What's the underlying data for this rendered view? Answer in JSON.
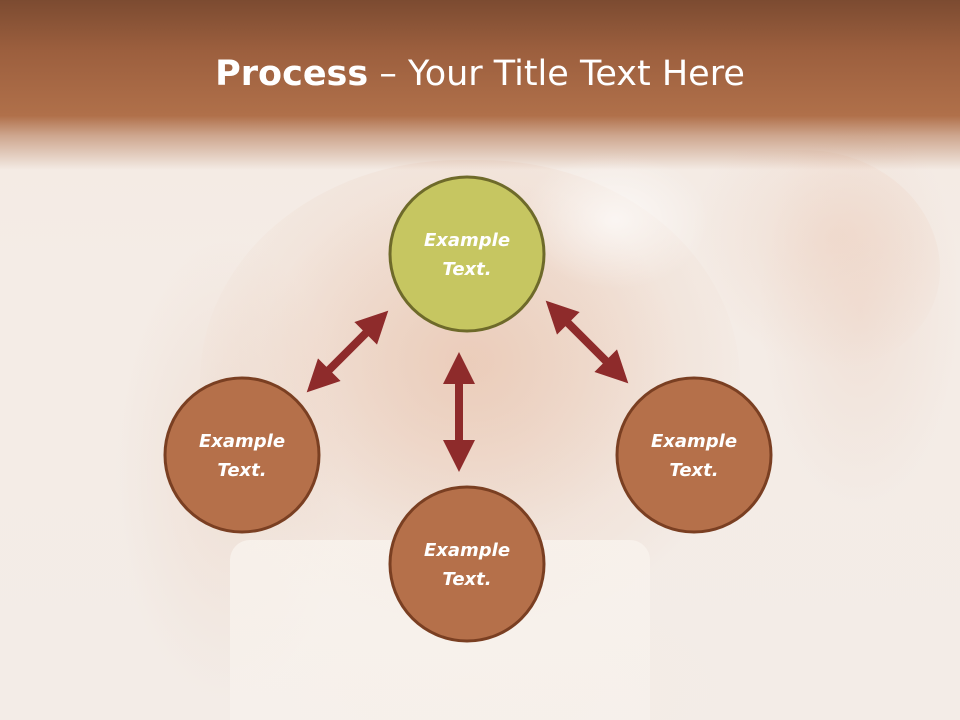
{
  "title": {
    "bold": "Process",
    "rest": " – Your Title Text Here"
  },
  "nodes": {
    "top": {
      "line1": "Example",
      "line2": "Text."
    },
    "left": {
      "line1": "Example",
      "line2": "Text."
    },
    "right": {
      "line1": "Example",
      "line2": "Text."
    },
    "bottom": {
      "line1": "Example",
      "line2": "Text."
    }
  },
  "colors": {
    "header": "#9c5f3e",
    "node_primary": "#c6c661",
    "node_secondary": "#b5704a",
    "node_border": "#6e6a2a",
    "node_border_secondary": "#7a3f22",
    "arrow": "#8e2b2b"
  }
}
